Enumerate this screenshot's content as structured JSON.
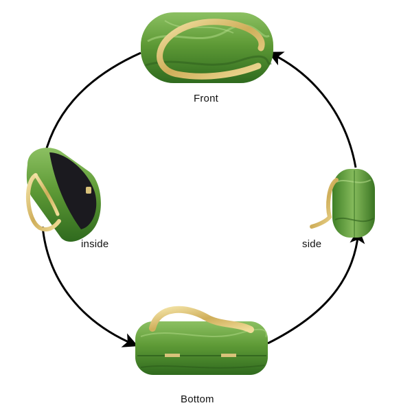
{
  "views": {
    "front": {
      "label": "Front"
    },
    "inside": {
      "label": "inside"
    },
    "side": {
      "label": "side"
    },
    "bottom": {
      "label": "Bottom"
    }
  },
  "colors": {
    "bag_green": "#5e9a36",
    "bag_green_light": "#8cc062",
    "bag_green_dark": "#2f6a1e",
    "handle_gold": "#d9c27a",
    "arrow": "#000000",
    "lining": "#1b1a1f"
  }
}
